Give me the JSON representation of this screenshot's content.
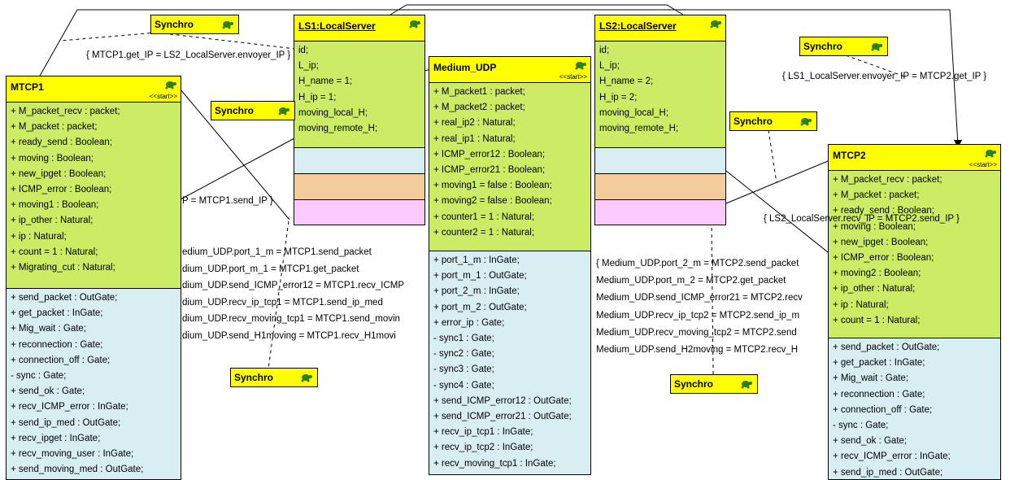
{
  "classes": {
    "mtcp1": {
      "title": "MTCP1",
      "stereotype": "<<start>>",
      "attributes": [
        "+ M_packet_recv : packet;",
        "+ M_packet : packet;",
        "+ ready_send : Boolean;",
        "+ moving : Boolean;",
        "+ new_ipget : Boolean;",
        "+ ICMP_error : Boolean;",
        "+ moving1 : Boolean;",
        "+ ip_other : Natural;",
        "+ ip : Natural;",
        "+ count = 1 : Natural;",
        "+ Migrating_cut : Natural;"
      ],
      "operations": [
        "+ send_packet : OutGate;",
        "+ get_packet : InGate;",
        "+ Mig_wait : Gate;",
        "+ reconnection : Gate;",
        "+ connection_off : Gate;",
        "- sync : Gate;",
        "+ send_ok : Gate;",
        "+ recv_ICMP_error : InGate;",
        "+ send_ip_med : OutGate;",
        "+ recv_ipget : InGate;",
        "+ recv_moving_user : InGate;",
        "+ send_moving_med : OutGate;"
      ]
    },
    "ls1": {
      "title": "LS1:LocalServer",
      "attributes": [
        "id;",
        "L_ip;",
        "H_name = 1;",
        "H_ip = 1;",
        "moving_local_H;",
        "moving_remote_H;"
      ]
    },
    "medium": {
      "title": "Medium_UDP",
      "stereotype": "<<start>>",
      "attributes": [
        "+ M_packet1 : packet;",
        "+ M_packet2 : packet;",
        "+ real_ip2 : Natural;",
        "+ real_ip1 : Natural;",
        "+ ICMP_error12 : Boolean;",
        "+ ICMP_error21 : Boolean;",
        "+ moving1 = false : Boolean;",
        "+ moving2 = false : Boolean;",
        "+ counter1 = 1 : Natural;",
        "+ counter2 = 1 : Natural;"
      ],
      "operations": [
        "+ port_1_m : InGate;",
        "+ port_m_1 : OutGate;",
        "+ port_2_m : InGate;",
        "+ port_m_2 : OutGate;",
        "+ error_ip : Gate;",
        "- sync1 : Gate;",
        "- sync2 : Gate;",
        "- sync3 : Gate;",
        "- sync4 : Gate;",
        "+ send_ICMP_error12 : OutGate;",
        "+ send_ICMP_error21 : OutGate;",
        "+ recv_ip_tcp1 : InGate;",
        "+ recv_ip_tcp2 : InGate;",
        "+ recv_moving_tcp1 : InGate;"
      ]
    },
    "ls2": {
      "title": "LS2:LocalServer",
      "attributes": [
        "id;",
        "L_ip;",
        "H_name = 2;",
        "H_ip = 2;",
        "moving_local_H;",
        "moving_remote_H;"
      ]
    },
    "mtcp2": {
      "title": "MTCP2",
      "stereotype": "<<start>>",
      "attributes": [
        "+ M_packet_recv : packet;",
        "+ M_packet : packet;",
        "+ ready_send : Boolean;",
        "+ moving : Boolean;",
        "+ new_ipget : Boolean;",
        "+ ICMP_error : Boolean;",
        "+ moving2 : Boolean;",
        "+ ip_other : Natural;",
        "+ ip : Natural;",
        "+ count = 1 : Natural;"
      ],
      "operations": [
        "+ send_packet : OutGate;",
        "+ get_packet : InGate;",
        "+ Mig_wait : Gate;",
        "+ reconnection : Gate;",
        "+ connection_off : Gate;",
        "- sync : Gate;",
        "+ send_ok : Gate;",
        "+ recv_ICMP_error : InGate;",
        "+ send_ip_med : OutGate;"
      ]
    }
  },
  "synchro_label": "Synchro",
  "constraints": {
    "c1": "{ MTCP1.get_IP = LS2_LocalServer.envoyer_IP }",
    "c2": "{ LS1_LocalServer.envoyer_IP = MTCP2.get_IP }",
    "c3": "P = MTCP1.send_IP }",
    "c4": "{ LS2_LocalServer.recv_IP = MTCP2.send_IP }",
    "left_block": [
      "edium_UDP.port_1_m = MTCP1.send_packet",
      "dium_UDP.port_m_1 = MTCP1.get_packet",
      "dium_UDP.send_ICMP_error12 = MTCP1.recv_ICMP",
      "dium_UDP.recv_ip_tcp1 = MTCP1.send_ip_med",
      "dium_UDP.recv_moving_tcp1 = MTCP1.send_movin",
      "dium_UDP.send_H1moving = MTCP1.recv_H1movi"
    ],
    "right_block": [
      "{ Medium_UDP.port_2_m = MTCP2.send_packet",
      "Medium_UDP.port_m_2 = MTCP2.get_packet",
      "Medium_UDP.send_ICMP_error21 = MTCP2.recv",
      "Medium_UDP.recv_ip_tcp2 = MTCP2.send_ip_m",
      "Medium_UDP.recv_moving_tcp2 = MTCP2.send",
      "Medium_UDP.send_H2moving = MTCP2.recv_H"
    ]
  },
  "colors": {
    "header": "#ffff00",
    "attributes_bg": "#ccec66",
    "operations_bg": "#d9eef3",
    "band_blue": "#d8edf2",
    "band_orange": "#f4cc9c",
    "band_pink": "#fccafc",
    "turtle": "#2e7d1e"
  }
}
